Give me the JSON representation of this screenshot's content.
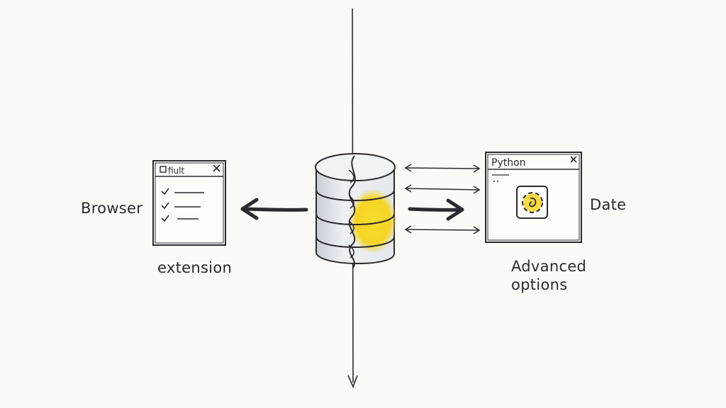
{
  "labels": {
    "browser": "Browser",
    "extension": "extension",
    "date": "Date",
    "advanced_line1": "Advanced",
    "advanced_line2": "options"
  },
  "browser_window": {
    "title": "fiult",
    "checklist_count": 3
  },
  "python_window": {
    "title": "Python"
  },
  "colors": {
    "ink": "#2c2a2e",
    "highlight": "#f5d426",
    "paper": "#fbfaf6",
    "cylinder_shade": "#d9dde3"
  }
}
